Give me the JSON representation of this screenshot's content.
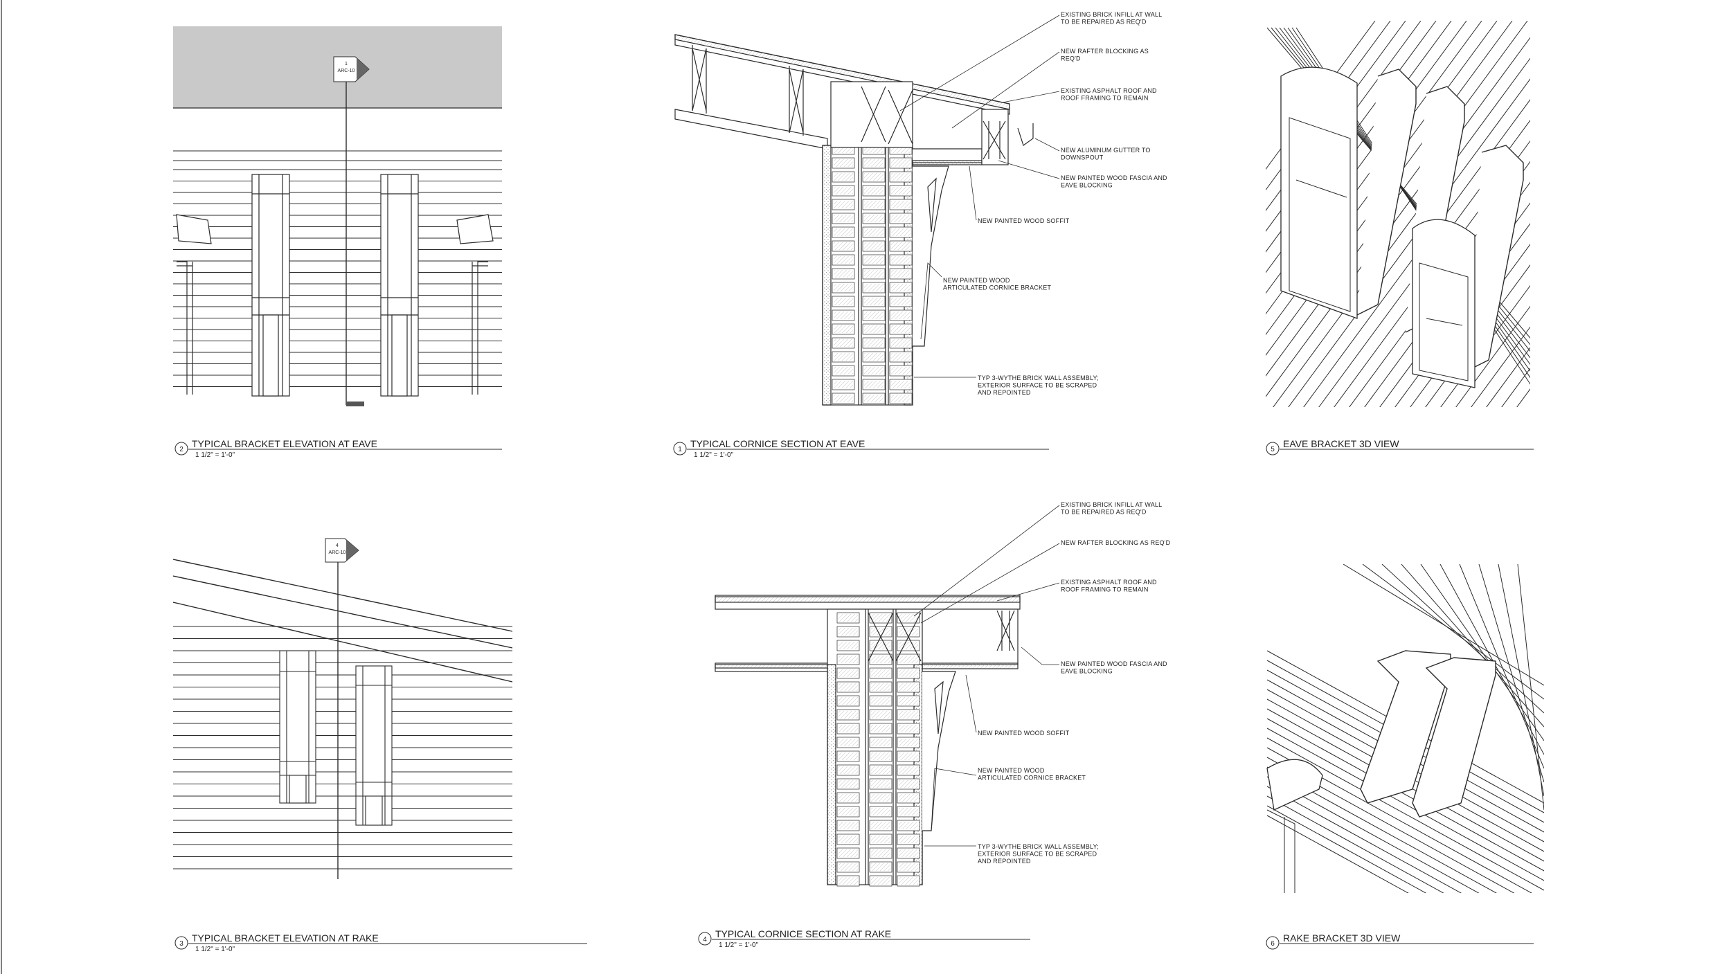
{
  "details": [
    {
      "id": "d2",
      "number": "2",
      "title": "TYPICAL BRACKET ELEVATION AT EAVE",
      "scale": "1 1/2\" = 1'-0\""
    },
    {
      "id": "d1",
      "number": "1",
      "title": "TYPICAL CORNICE SECTION AT EAVE",
      "scale": "1 1/2\" = 1'-0\""
    },
    {
      "id": "d5",
      "number": "5",
      "title": "EAVE BRACKET 3D VIEW",
      "scale": ""
    },
    {
      "id": "d3",
      "number": "3",
      "title": "TYPICAL BRACKET ELEVATION AT RAKE",
      "scale": "1 1/2\" = 1'-0\""
    },
    {
      "id": "d4",
      "number": "4",
      "title": "TYPICAL CORNICE SECTION AT RAKE",
      "scale": "1 1/2\" = 1'-0\""
    },
    {
      "id": "d6",
      "number": "6",
      "title": "RAKE BRACKET 3D VIEW",
      "scale": ""
    }
  ],
  "section_markers": [
    {
      "id": "m-eave",
      "number": "1",
      "sheet": "ARC-10"
    },
    {
      "id": "m-rake",
      "number": "4",
      "sheet": "ARC-10"
    }
  ],
  "notes_eave": [
    [
      "EXISTING BRICK INFILL AT WALL",
      "TO BE REPAIRED AS REQ'D"
    ],
    [
      "NEW RAFTER BLOCKING AS",
      "REQ'D"
    ],
    [
      "EXISTING ASPHALT ROOF AND",
      "ROOF FRAMING TO REMAIN"
    ],
    [
      "NEW ALUMINUM GUTTER TO",
      "DOWNSPOUT"
    ],
    [
      "NEW PAINTED WOOD FASCIA AND",
      "EAVE BLOCKING"
    ],
    [
      "NEW PAINTED WOOD SOFFIT"
    ],
    [
      "NEW PAINTED WOOD",
      "ARTICULATED CORNICE BRACKET"
    ],
    [
      "TYP 3-WYTHE BRICK WALL ASSEMBLY;",
      "EXTERIOR SURFACE TO BE SCRAPED",
      "AND REPOINTED"
    ]
  ],
  "notes_rake": [
    [
      "EXISTING BRICK INFILL AT WALL",
      "TO BE REPAIRED AS REQ'D"
    ],
    [
      "NEW RAFTER BLOCKING AS REQ'D"
    ],
    [
      "EXISTING ASPHALT ROOF AND",
      "ROOF FRAMING TO REMAIN"
    ],
    [
      "NEW PAINTED WOOD FASCIA AND",
      "EAVE BLOCKING"
    ],
    [
      "NEW PAINTED WOOD SOFFIT"
    ],
    [
      "NEW PAINTED WOOD",
      "ARTICULATED CORNICE BRACKET"
    ],
    [
      "TYP 3-WYTHE BRICK WALL ASSEMBLY;",
      "EXTERIOR SURFACE TO BE SCRAPED",
      "AND REPOINTED"
    ]
  ],
  "colors": {
    "line": "#2b2b2b",
    "roof_fill": "#c9c9c9",
    "paper": "#ffffff",
    "hatch": "#9a9a9a"
  }
}
